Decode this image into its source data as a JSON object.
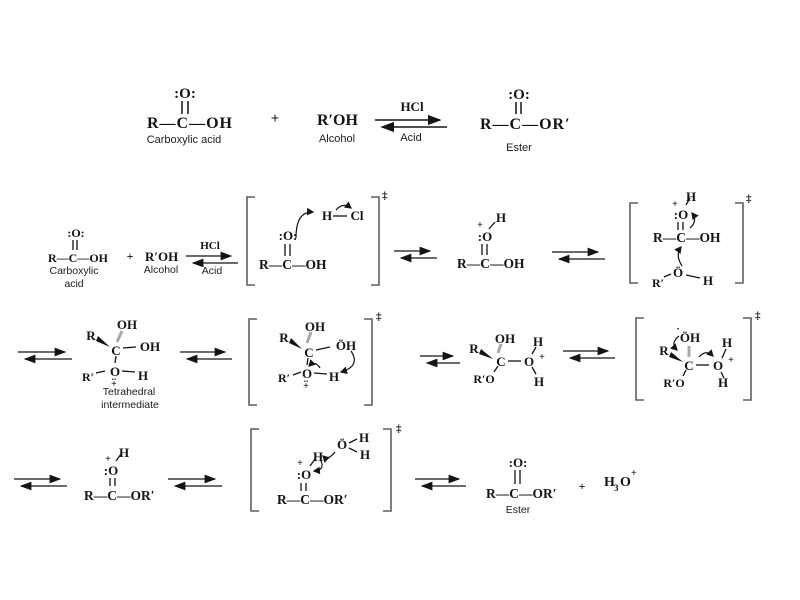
{
  "colors": {
    "ink": "#141414",
    "gray_bond": "#a9a9a9",
    "bracket": "#5f5f5f"
  },
  "overview": {
    "acid": {
      "o": ":O:",
      "skeleton": "R—C—OH",
      "caption": "Carboxylic acid"
    },
    "plus": "+",
    "alcohol": {
      "formula": "R′OH",
      "caption": "Alcohol"
    },
    "conditions": {
      "above": "HCl",
      "below": "Acid"
    },
    "ester": {
      "o": ":O:",
      "skeleton": "R—C—OR′",
      "caption": "Ester"
    }
  },
  "step1": {
    "acid": {
      "o": ":O:",
      "skeleton": "R—C—OH",
      "caption_line1": "Carboxylic",
      "caption_line2": "acid"
    },
    "plus": "+",
    "alcohol": {
      "formula": "R′OH",
      "caption": "Alcohol"
    },
    "conditions": {
      "above": "HCl",
      "below": "Acid"
    },
    "ts1": {
      "dagger": "‡",
      "h": "H",
      "cl": "Cl",
      "o": ":O:",
      "skeleton": "R—C—OH"
    },
    "protonated_acid": {
      "h": "H",
      "plus": "+",
      "o": ":O",
      "skeleton": "R—C—OH"
    },
    "ts2": {
      "dagger": "‡",
      "h": "H",
      "plus": "+",
      "o": ":O",
      "skeleton": "R—C—OH",
      "alcohol_r": "R′",
      "alcohol_o": "Ö",
      "alcohol_h": "H"
    }
  },
  "step2": {
    "tetrahedral": {
      "oh_top": "OH",
      "r": "R",
      "c": "C",
      "oh_right": "OH",
      "o": "O",
      "lone_pair": "..",
      "plus": "+",
      "r_prime": "R′",
      "h": "H",
      "caption_line1": "Tetrahedral",
      "caption_line2": "intermediate"
    },
    "ts3": {
      "dagger": "‡",
      "oh_top": "OH",
      "r": "R",
      "c": "C",
      "oh_right": "ÖH",
      "o": "O",
      "lone_pair": "..",
      "plus": "+",
      "r_prime": "R′",
      "h": "H"
    },
    "protonated_intermediate": {
      "oh_top": "OH",
      "r": "R",
      "c": "C",
      "o": "O",
      "plus": "+",
      "h_top": "H",
      "h_bottom": "H",
      "or_prime": "R′O"
    },
    "ts4": {
      "dagger": "‡",
      "oh_top": "ÖH",
      "radical_dot": "·",
      "r": "R",
      "c": "C",
      "o": "O",
      "plus": "+",
      "h_top": "H",
      "h_bottom": "H",
      "or_prime": "R′O"
    }
  },
  "step3": {
    "protonated_ester": {
      "h": "H",
      "plus": "+",
      "o": ":O",
      "skeleton": "R—C—OR′"
    },
    "ts5": {
      "dagger": "‡",
      "h": "H",
      "plus": "+",
      "o": ":O",
      "skeleton": "R—C—OR′",
      "water_o": "Ö",
      "water_h_top": "H",
      "water_h_bottom": "H"
    },
    "ester": {
      "o": ":O:",
      "skeleton": "R—C—OR′",
      "caption": "Ester"
    },
    "plus": "+",
    "hydronium": {
      "h": "H",
      "subscript": "3",
      "o": "O",
      "superscript": "+"
    }
  }
}
